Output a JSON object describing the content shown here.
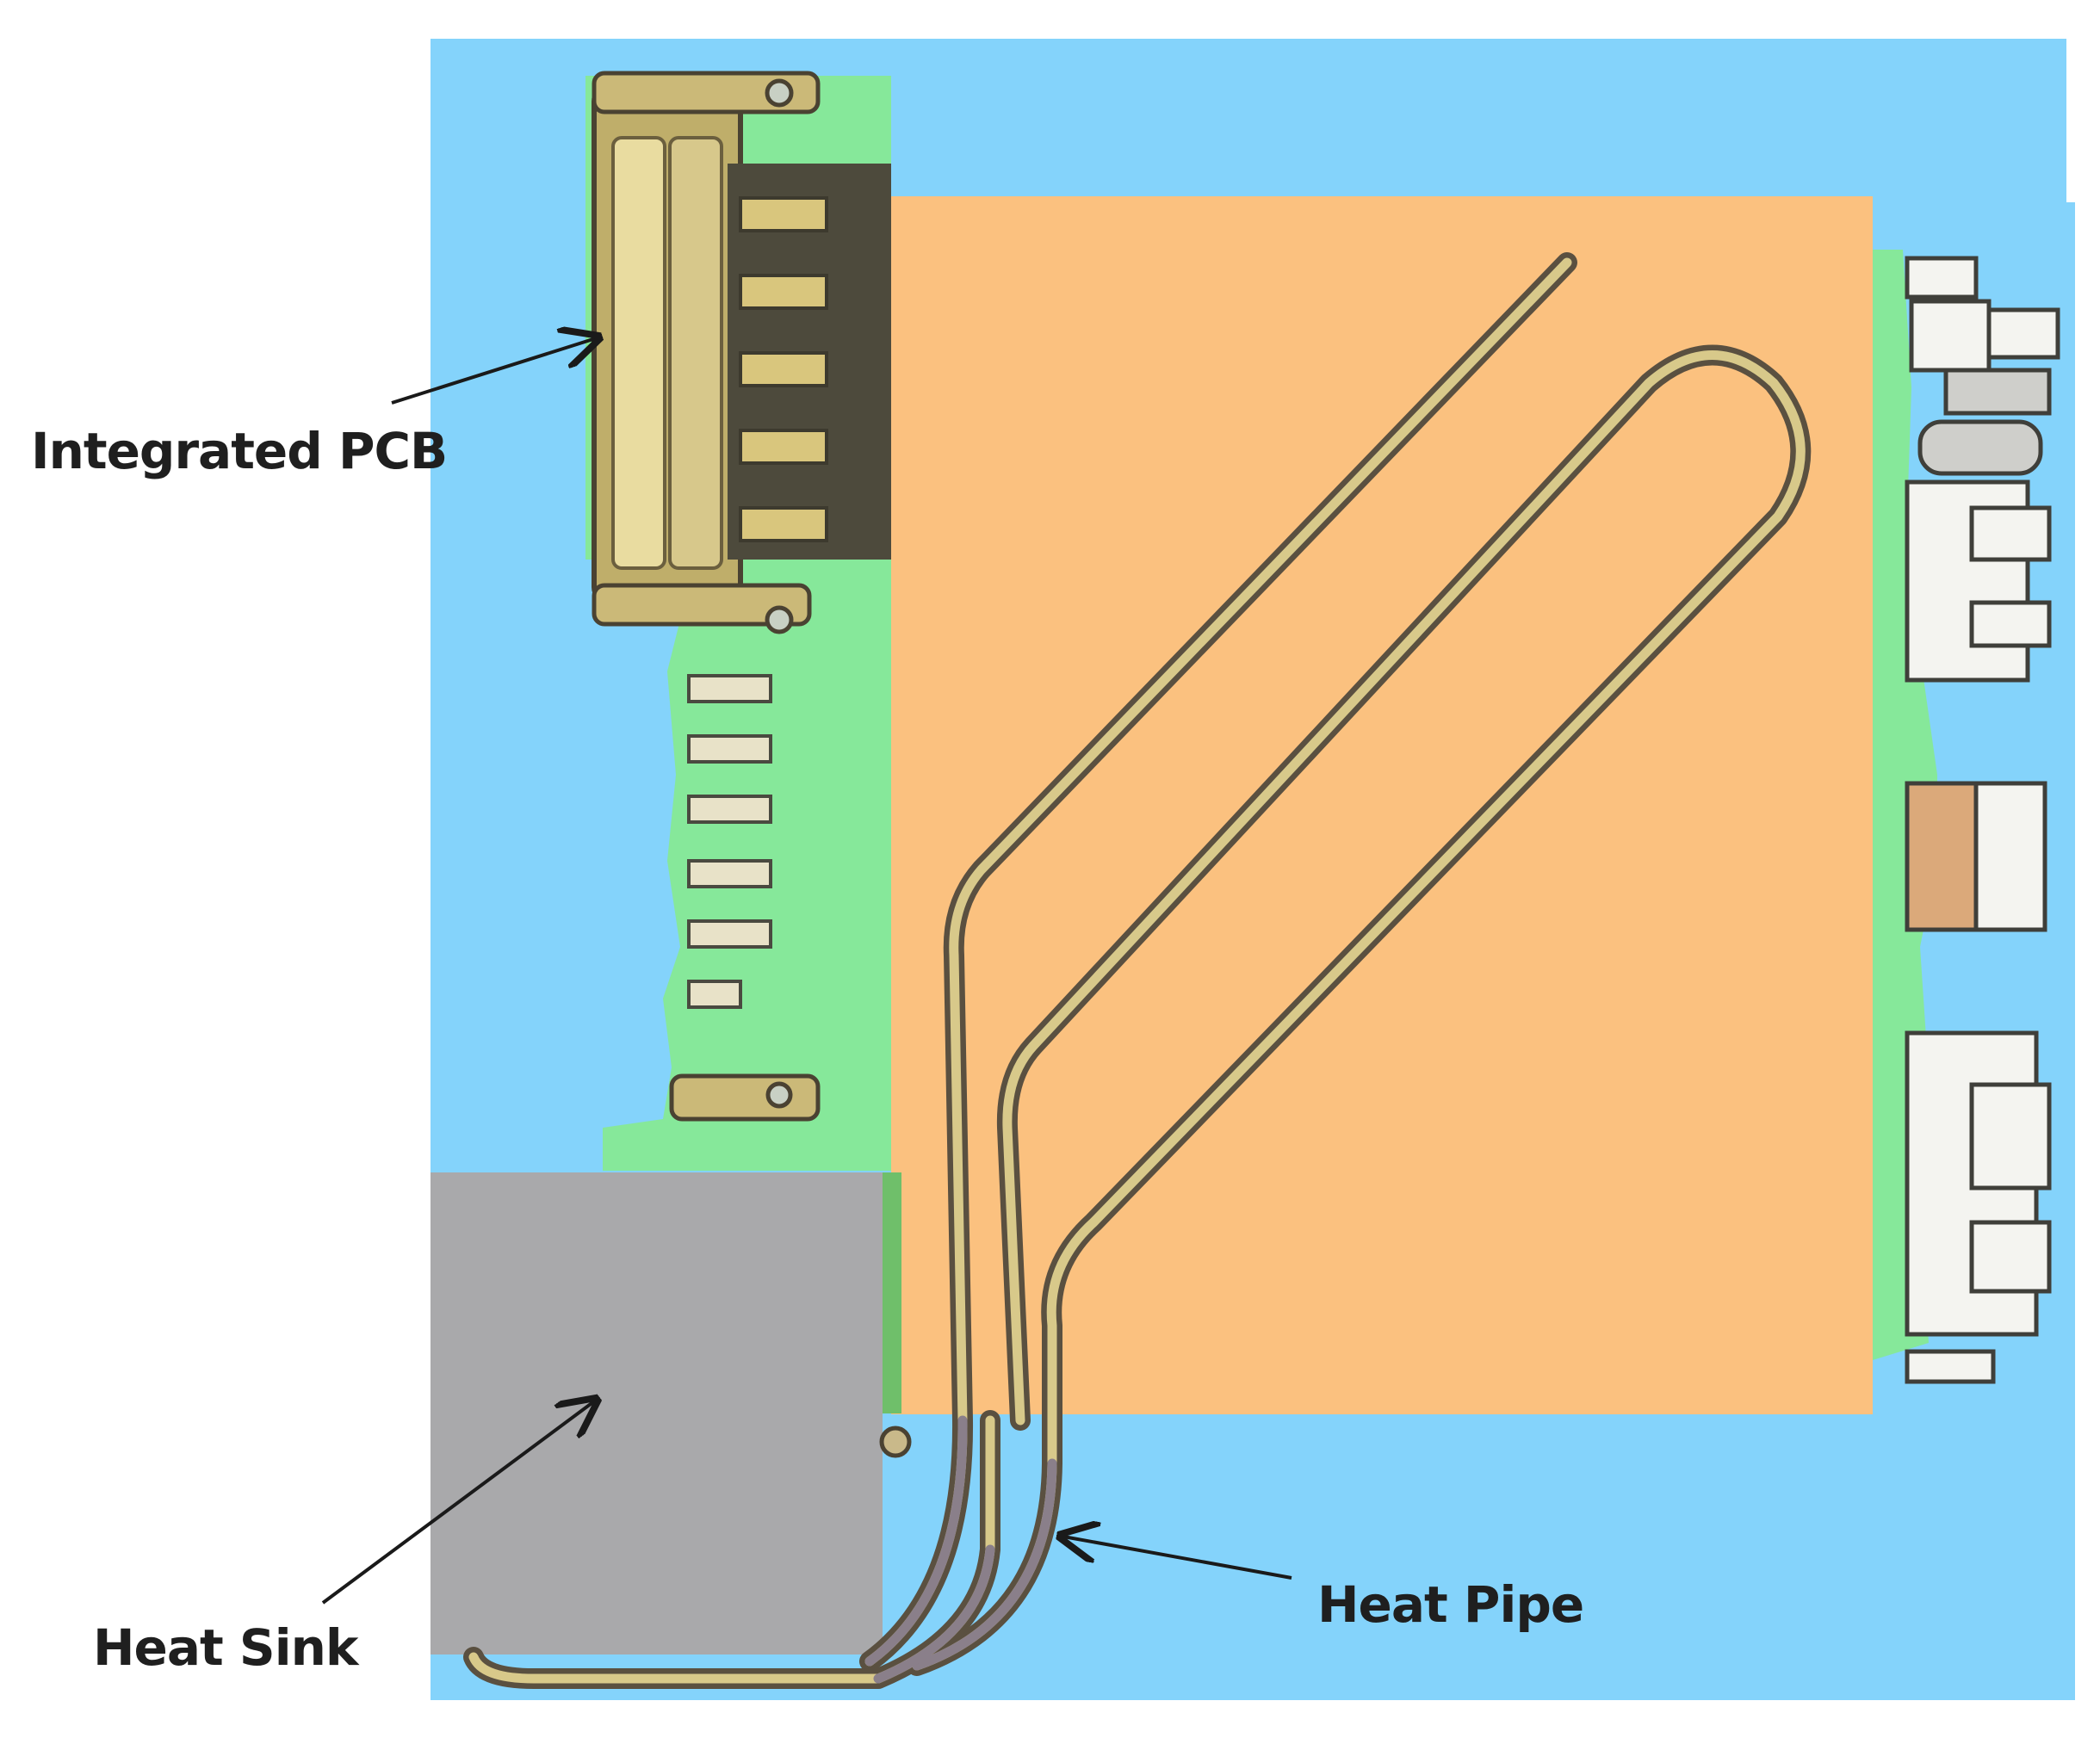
{
  "labels": {
    "integrated_pcb": "Integrated PCB",
    "heat_sink": "Heat Sink",
    "heat_pipe": "Heat Pipe"
  },
  "colors": {
    "background_panel": "#84d3fb",
    "pcb_green": "#86e89a",
    "copper_plate": "#fbc17f",
    "heat_sink_gray": "#a9a9ab",
    "pipe_outer": "#5a5040",
    "pipe_inner": "#d8c98a",
    "connector_gold": "#d6c27a",
    "arrow": "#1a1a1a"
  }
}
